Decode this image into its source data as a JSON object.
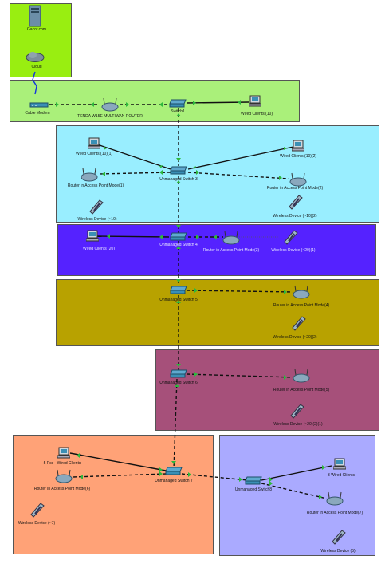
{
  "zones": [
    {
      "id": "cloud-zone",
      "color": "#99ee11"
    },
    {
      "id": "isp-zone",
      "color": "#aaf07a"
    },
    {
      "id": "floor1-zone",
      "color": "#99eeff"
    },
    {
      "id": "floor2-zone",
      "color": "#5522ff"
    },
    {
      "id": "floor3-zone",
      "color": "#b8a200"
    },
    {
      "id": "floor4-zone",
      "color": "#a6507a"
    },
    {
      "id": "floor5-zone",
      "color": "#ffa277"
    },
    {
      "id": "floor6-zone",
      "color": "#aaaaff"
    }
  ],
  "labels": {
    "server": "Gacor.com",
    "cloud": "Cloud",
    "modem": "Cable Modem",
    "router": "TENDA W15E MULTIWAN ROUTER",
    "switch1": "Switch1",
    "wired10": "Wired Clients (10)",
    "wired10_1": "Wired Clients (10)(1)",
    "wired10_2": "Wired Clients (10)(2)",
    "switch3": "Unmanaged Switch 3",
    "ap1": "Router in Access Point Mode(1)",
    "ap2": "Router in Access Point Mode(2)",
    "wl10": "Wireless Device (~10)",
    "wl10_2": "Wireless Device (~10)(2)",
    "wired20": "Wired Clients (20)",
    "switch4": "Unmanaged Switch 4",
    "ap3": "Router in Access Point Mode(3)",
    "wl20_1": "Wireless Device (~20)(1)",
    "switch5": "Unmanaged Switch 5",
    "ap4": "Router in Access Point Mode(4)",
    "wl20_2": "Wireless Device (~20)(2)",
    "switch6": "Unmanaged Switch 6",
    "ap5": "Router in Access Point Mode(5)",
    "wl20_2_1": "Wireless Device (~20)(2)(1)",
    "pcs5": "5 Pcs - Wired Clients",
    "ap6": "Router in Access Point Mode(6)",
    "switch7": "Unmanaged Switch 7",
    "wl7": "Wireless Device (~7)",
    "switch8": "Unmanaged Switch8",
    "wired3": "3 Wired Clients",
    "ap7": "Router in Access Point Mode(7)",
    "wl5": "Wireless Device (5)"
  },
  "colors": {
    "link": "#111111",
    "link_up": "#2db83d",
    "serial": "#1133dd",
    "device": "#3a8fb5"
  }
}
